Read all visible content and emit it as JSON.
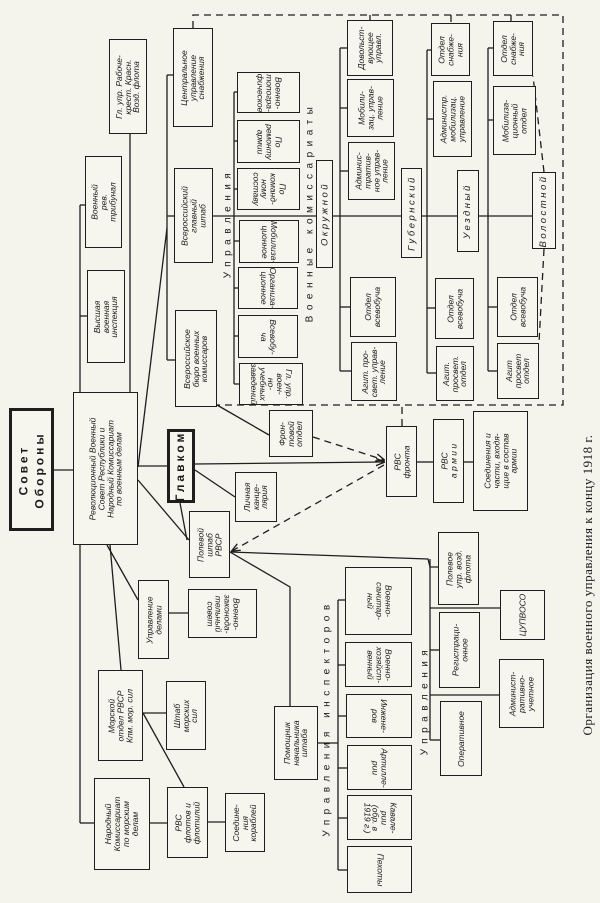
{
  "caption": "Организация военного управления к концу 1918 г.",
  "labels": {
    "upravleniya_1": "Управления",
    "voennye_komissariaty": "Военные комиссариаты",
    "upravleniya_inspektorov": "Управления инспекторов",
    "upravleniya_2": "Управления"
  },
  "boxes": {
    "sovet": "Совет\nОбороны",
    "rvsr": "Революционный Военный\nСовет Республики и\nНародный Комиссариат\nпо военным делам",
    "vvi": "Высшая\nвоенная\nинспекция",
    "tribunal": "Военный\nрев.\nтрибунал",
    "aviation": "Гл. упр. Рабоче-\nкрест. Красн.\nВозд. флота",
    "tsus": "Центральное\nуправление\nснабжения",
    "vgsh": "Всероссийский\nглавный\nштаб",
    "vbvk": "Всероссийское\nбюро военных\nкомиссаров",
    "topo": "Военно-\nтопогра-\nфическое",
    "remont": "По\nремонту\nармии",
    "komsostav": "По команд-\nному\nсоставу",
    "mobil": "Мобилиза-\nционное",
    "org": "Организа-\nционное",
    "vsevobuch": "Всевобу-\nча",
    "vuz": "Гл. упр. воен-\nно-учебных\nзаведений",
    "okrug": "Окружной",
    "okr_dovol": "Довольст-\nвующее\nуправл.",
    "okr_mob": "Мобили-\nзац. управ-\nление",
    "okr_adm": "Админис-\nтратив-\nное управ-\nление",
    "okr_vsev": "Отдел\nвсевобуча",
    "okr_agit": "Агит. про-\nсвет. управ-\nление",
    "gub": "Губернский",
    "gub_snab": "Отдел\nснабже-\nния",
    "gub_adm": "Администр.\nмобилизац.\nуправление",
    "gub_vsev": "Отдел\nвсевобуча",
    "gub_agit": "Агит.\nпросвет.\nотдел",
    "uezd": "Уездный",
    "uezd_snab": "Отдел\nснабже-\nния",
    "uezd_mob": "Мобилиза-\nционный\nотдел",
    "uezd_vsev": "Отдел\nвсевобуча",
    "uezd_agit": "Агит\nпросвет\nотдел",
    "volost": "Волостной",
    "glavkom": "Главком",
    "front_otdel": "Фрон-\nтовой\nотдел",
    "kanc": "Личная\nканце-\nлярия",
    "polevoy": "Полевой\nштаб\nРВСР",
    "rvs_front": "РВС\nфронта",
    "rvs_army": "РВС\nа р м и и",
    "soed_army": "Соединения и\nчасти, входя-\nщие в состав\nармии",
    "upr_del": "Управление\nделами",
    "zak": "Военно-\nзаконода-\nтельный\nсовет",
    "mor_otdel": "Морской\nотдел РВСР\nКпм. мор. сил",
    "shtab_mor": "Штаб\nморских\nсил",
    "narkom_mor": "Народный\nКомиссариат\nпо морским\nделам",
    "rvs_flot": "РВС\nфлотов и\nфлотилий",
    "soed_kor": "Соедине-\nния\nкораблей",
    "pomnach": "Помощник\nначальника\nштаба",
    "sanit": "Военно-\nсанитар-\nный",
    "hoz": "Военно-\nхозяйст-\nвенный",
    "inzh": "Инжене-\nров",
    "art": "Артилле-\nрии",
    "kav": "Кавале-\nрии\n(обр. в 1919 г.)",
    "peh": "Пехоты",
    "pol_vozd": "Полевое\nупр. возд.\nфлота",
    "tsupvoso": "ЦУПВОСО",
    "regist": "Регистраци-\nонное",
    "operat": "Оперативное",
    "adm_uch": "Админист-\nративно-\nучетное"
  }
}
